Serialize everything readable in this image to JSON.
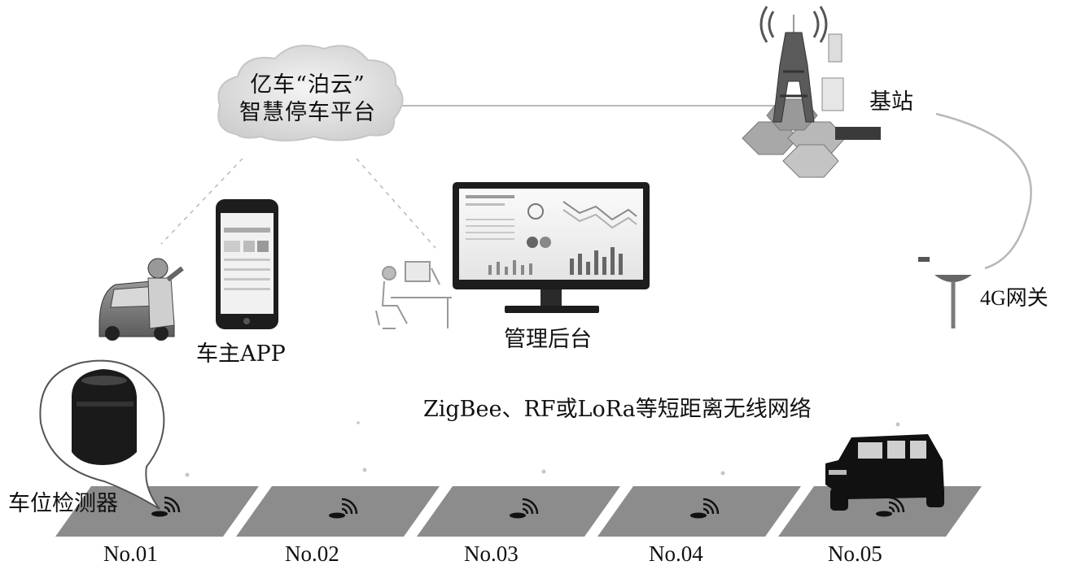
{
  "platform": {
    "line1": "亿车“泊云”",
    "line2": "智慧停车平台"
  },
  "base_station": {
    "label": "基站"
  },
  "gateway": {
    "label": "4G网关"
  },
  "owner_app": {
    "label": "车主APP"
  },
  "backend": {
    "label": "管理后台"
  },
  "network": {
    "label": "ZigBee、RF或LoRa等短距离无线网络"
  },
  "detector": {
    "label": "车位检测器"
  },
  "slots": [
    "No.01",
    "No.02",
    "No.03",
    "No.04",
    "No.05"
  ],
  "icons": {
    "cloud": "cloud-icon",
    "tower": "cell-tower-icon",
    "gateway": "antenna-icon",
    "phone": "smartphone-icon",
    "monitor": "monitor-icon",
    "person_car": "person-with-car-icon",
    "workstation": "person-at-desk-icon",
    "sensor": "parking-sensor-icon",
    "suv": "suv-icon",
    "signal": "wireless-signal-icon"
  },
  "colors": {
    "ground": "#8c8c8c",
    "line": "#b4b4b4",
    "dark": "#1a1a1a"
  }
}
